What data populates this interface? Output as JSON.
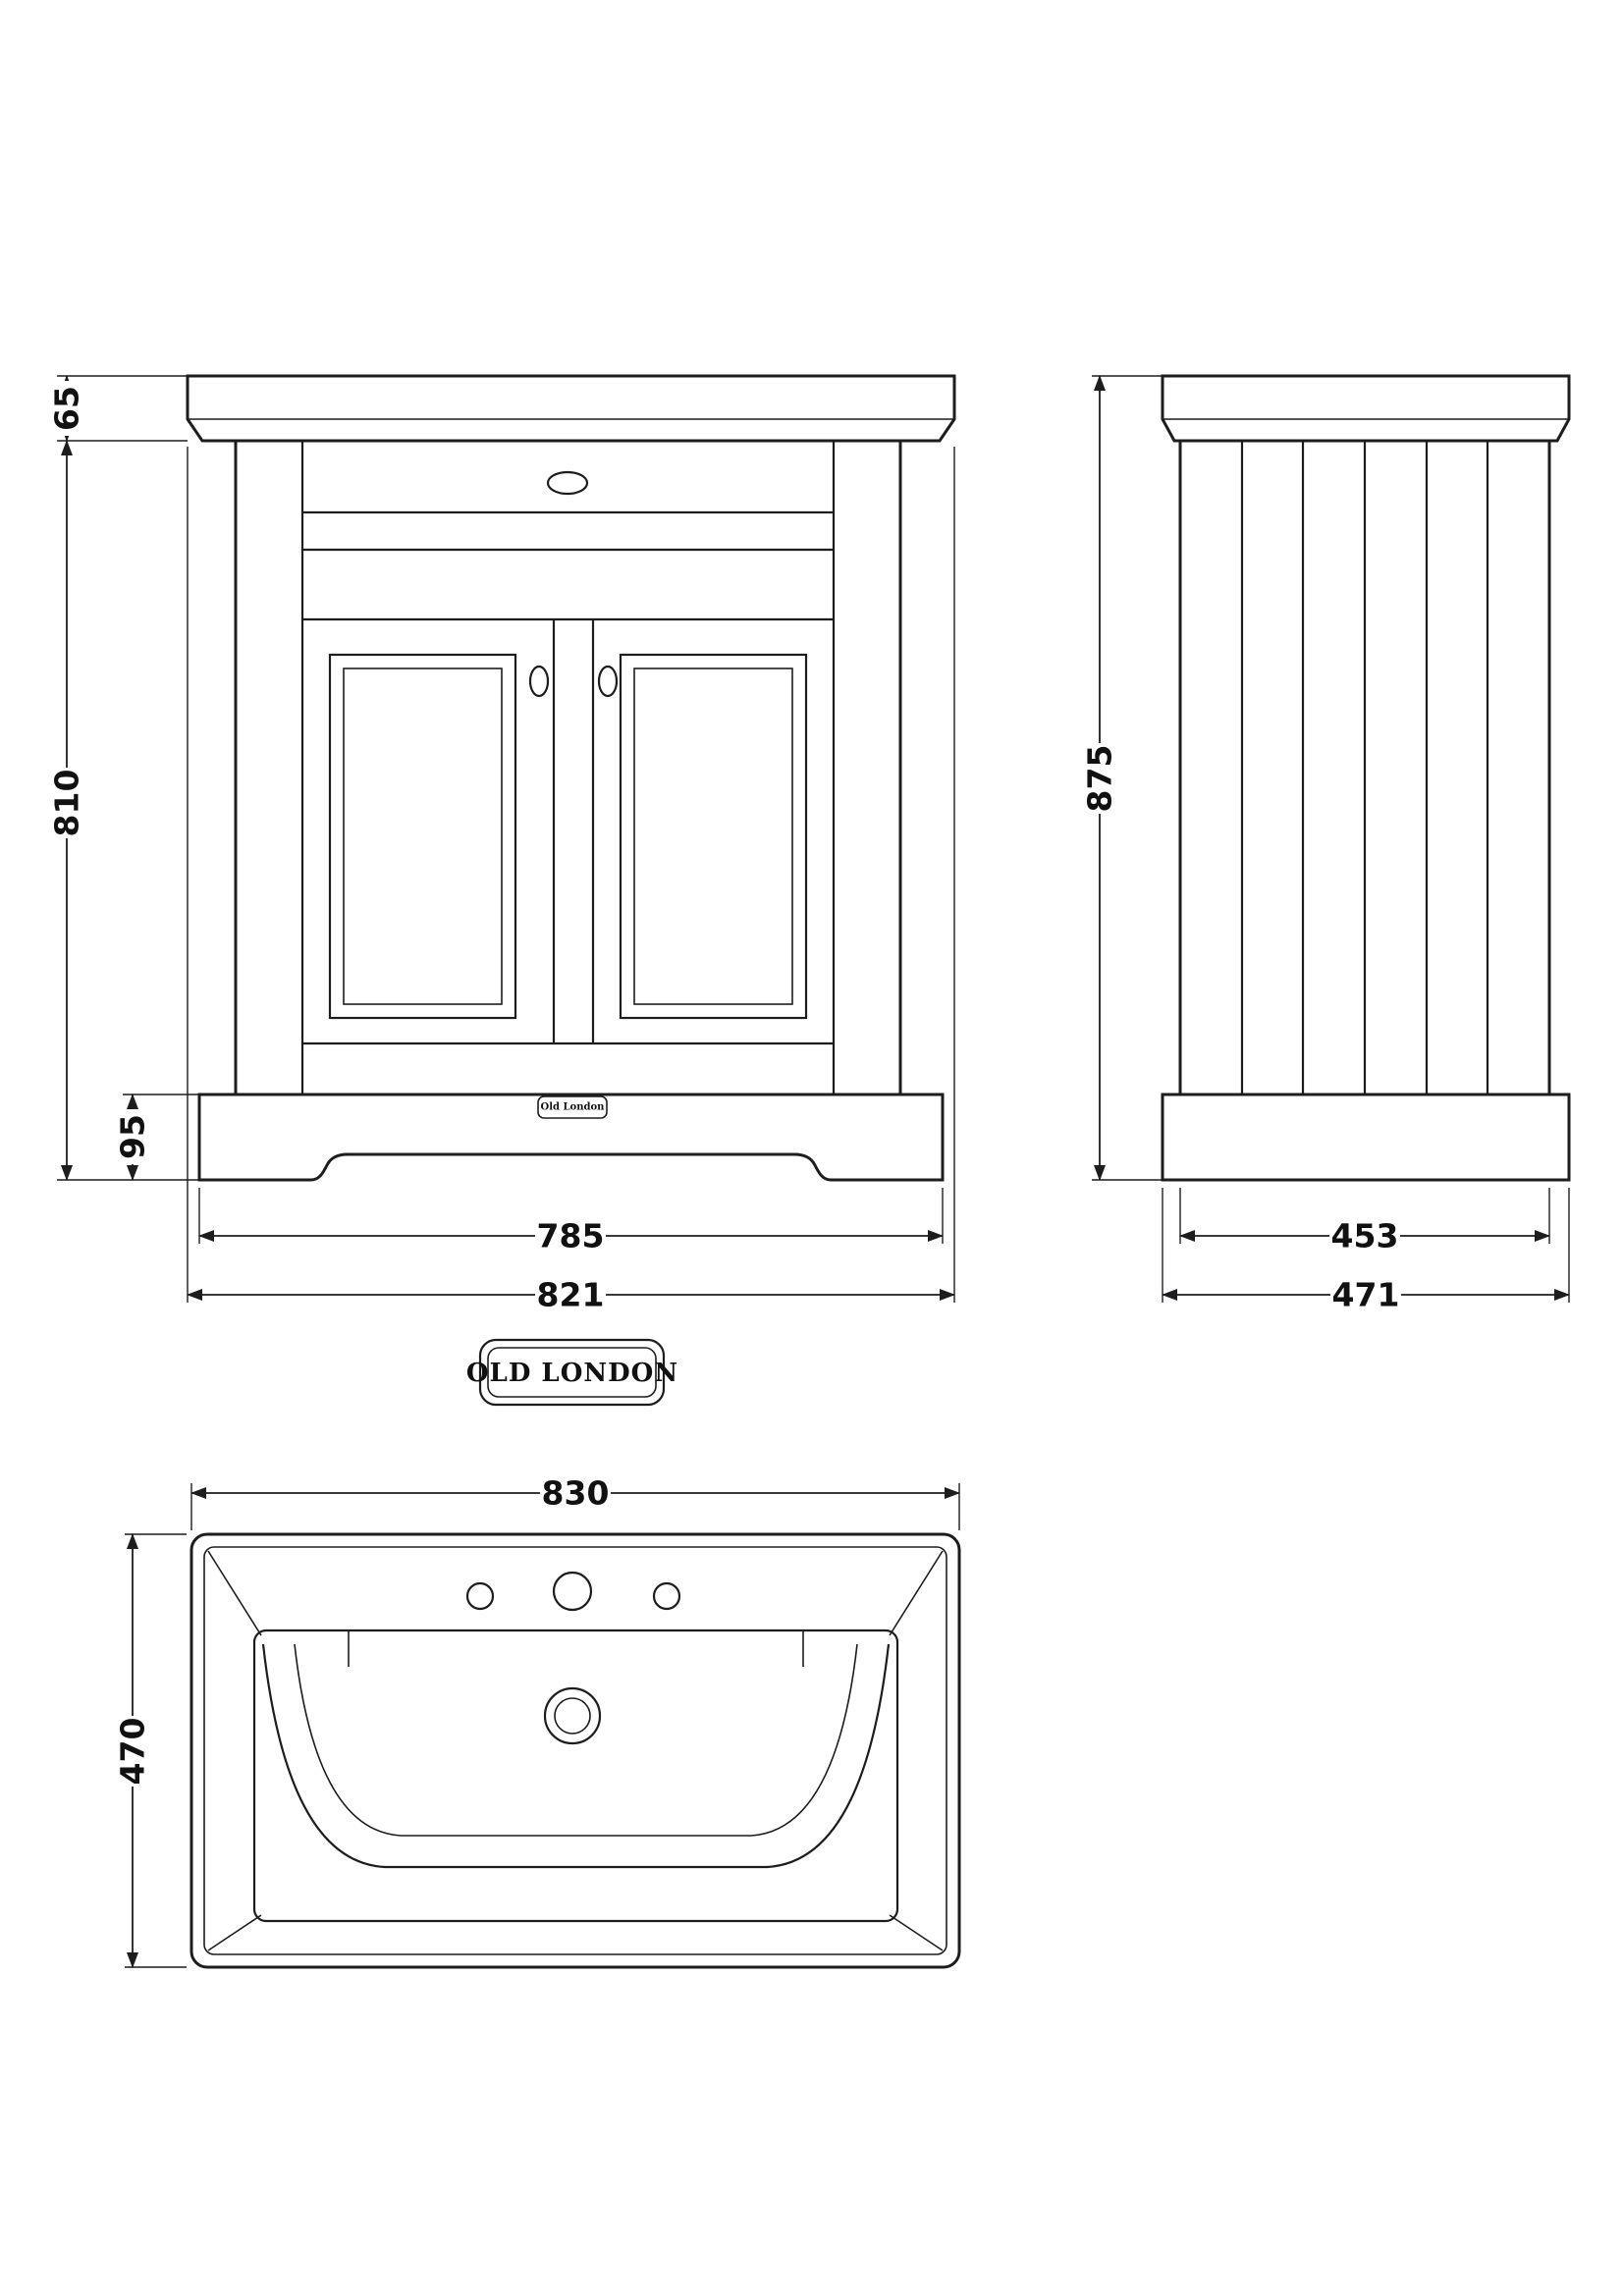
{
  "brand": {
    "logo": "OLD LONDON",
    "plaque": "Old London"
  },
  "front_view": {
    "dim_counter_height": "65",
    "dim_body_height": "810",
    "dim_plinth_height": "95",
    "dim_plinth_width": "785",
    "dim_counter_width": "821"
  },
  "side_view": {
    "dim_height": "875",
    "dim_body_depth": "453",
    "dim_counter_depth": "471"
  },
  "basin_view": {
    "dim_width": "830",
    "dim_depth": "470"
  }
}
